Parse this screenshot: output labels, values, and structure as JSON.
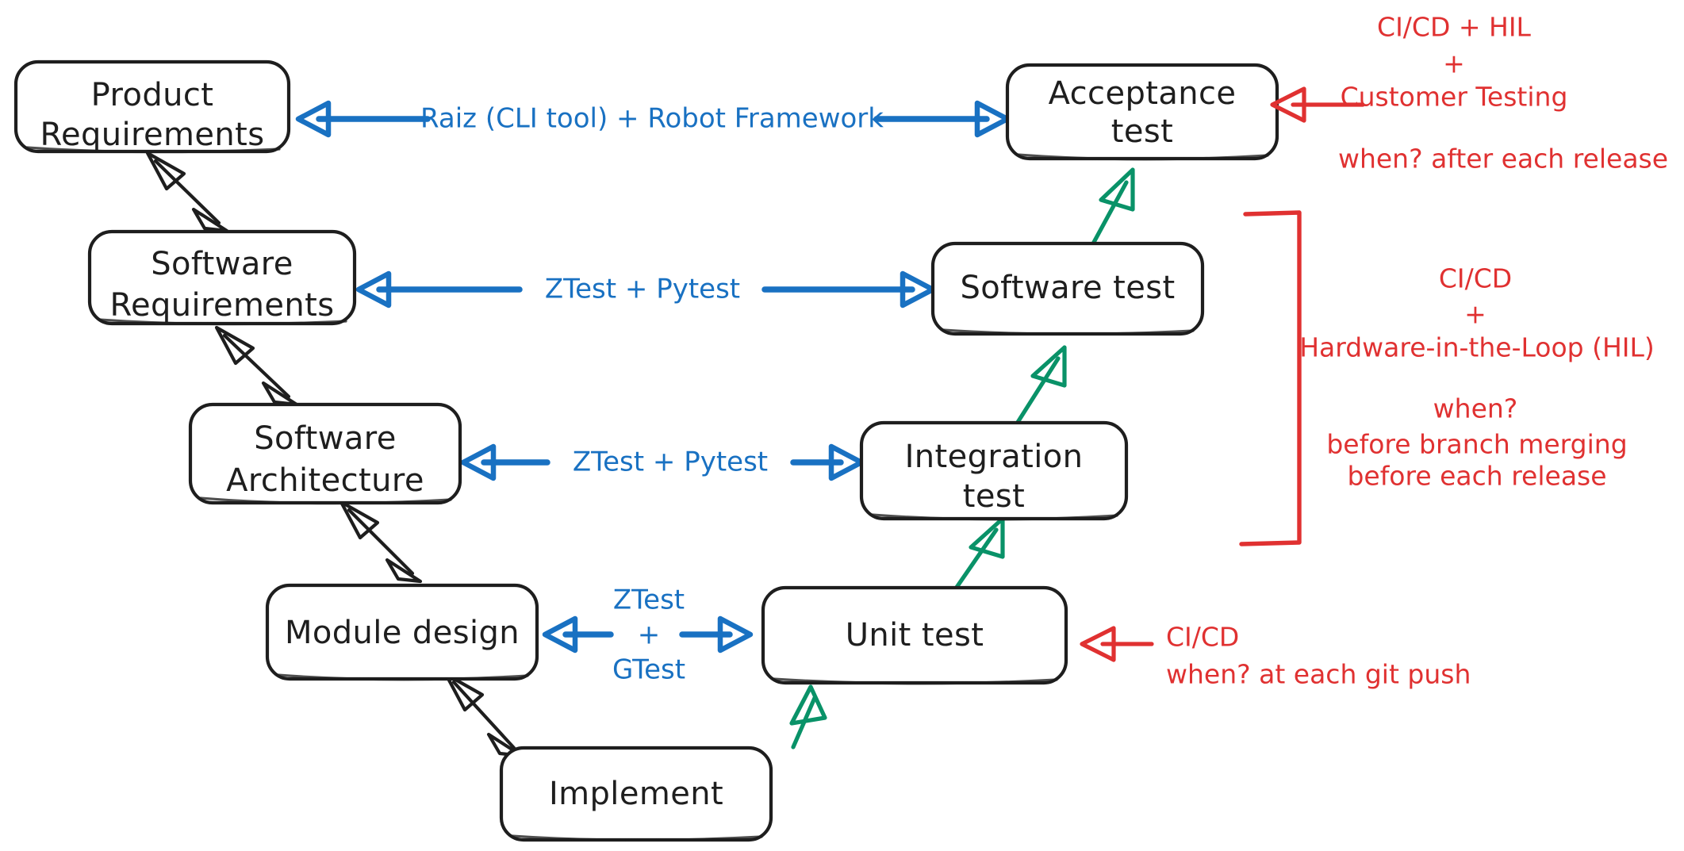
{
  "diagram": {
    "title": "V-Model Software Testing Diagram",
    "background": "#ffffff",
    "colors": {
      "stroke": "#1e1e1e",
      "blue": "#1971c2",
      "green": "#099268",
      "red": "#e03131"
    }
  },
  "boxes": {
    "product_requirements": "Product\nRequirements",
    "product_requirements_l1": "Product",
    "product_requirements_l2": "Requirements",
    "software_requirements_l1": "Software",
    "software_requirements_l2": "Requirements",
    "software_architecture_l1": "Software",
    "software_architecture_l2": "Architecture",
    "module_design": "Module design",
    "implement": "Implement",
    "unit_test": "Unit test",
    "integration_test_l1": "Integration",
    "integration_test_l2": "test",
    "software_test": "Software test",
    "acceptance_test_l1": "Acceptance",
    "acceptance_test_l2": "test"
  },
  "edge_labels": {
    "acceptance": "Raiz (CLI tool) + Robot Framework",
    "software_test": "ZTest + Pytest",
    "integration_test": "ZTest + Pytest",
    "unit_test_l1": "ZTest",
    "unit_test_l2": "+",
    "unit_test_l3": "GTest"
  },
  "notes": {
    "acceptance": {
      "line1": "CI/CD + HIL",
      "line2": "+",
      "line3": "Customer Testing",
      "line4": "when? after each release"
    },
    "middle": {
      "line1": "CI/CD",
      "line2": "+",
      "line3": "Hardware-in-the-Loop (HIL)",
      "line4": "when?",
      "line5": "before branch merging",
      "line6": "before each release"
    },
    "unit": {
      "line1": "CI/CD",
      "line2": "when? at each git push"
    }
  }
}
